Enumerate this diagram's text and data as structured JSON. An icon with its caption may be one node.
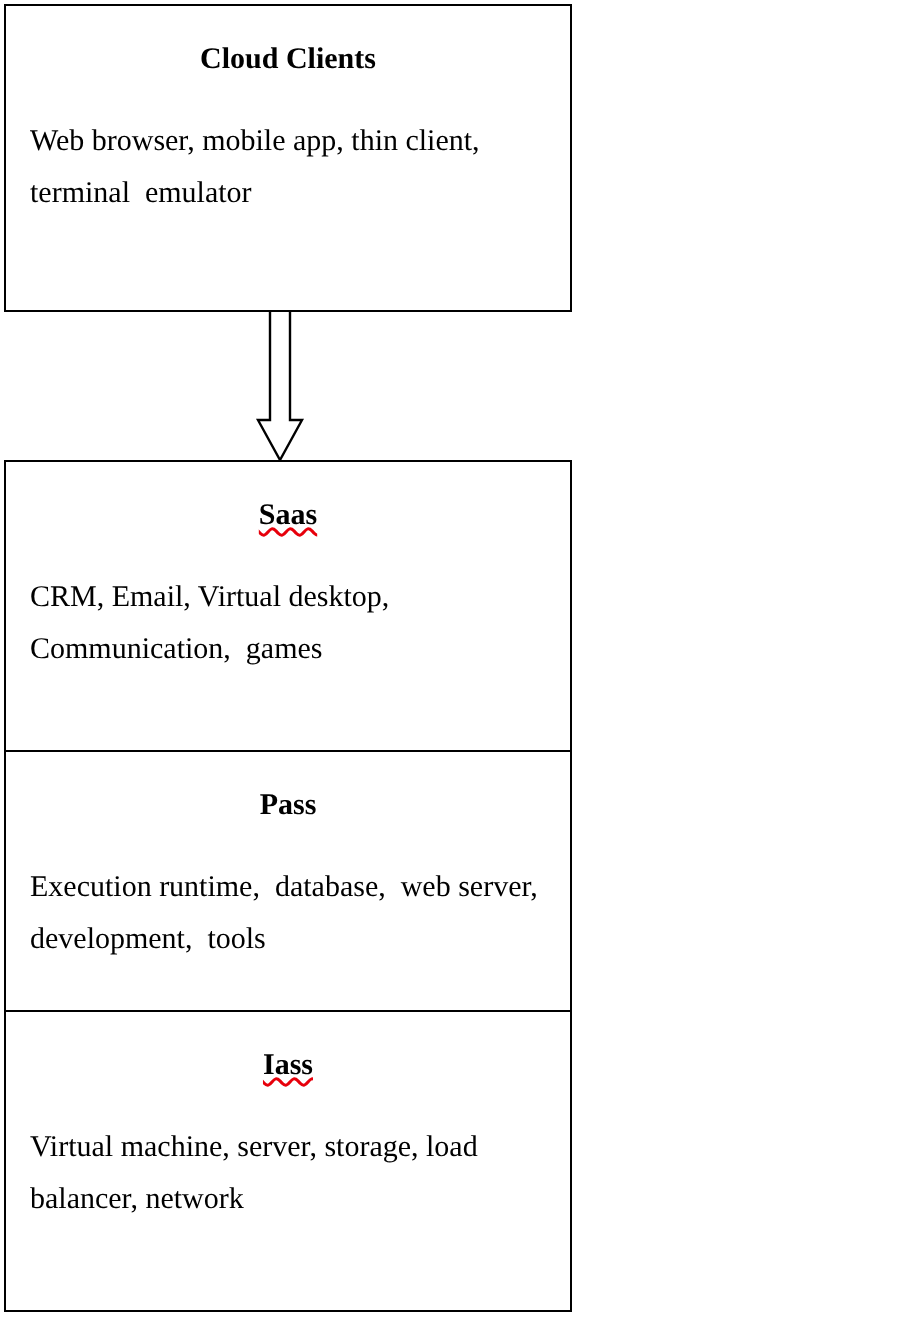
{
  "diagram": {
    "nodes": [
      {
        "text": [
          "Cloud Clients",
          "Web browser, mobile app, thin client, terminal  emulator"
        ]
      },
      {
        "text": [
          "Saas",
          "CRM, Email, Virtual desktop, Communication,  games"
        ]
      },
      {
        "text": [
          "Pass",
          "Execution runtime,  database,  web server, development,  tools"
        ]
      },
      {
        "text": [
          "Iass",
          "Virtual machine, server, storage, load balancer, network"
        ]
      }
    ],
    "edges": [
      {
        "from": 0,
        "to": 1,
        "arrow": "to"
      }
    ]
  }
}
